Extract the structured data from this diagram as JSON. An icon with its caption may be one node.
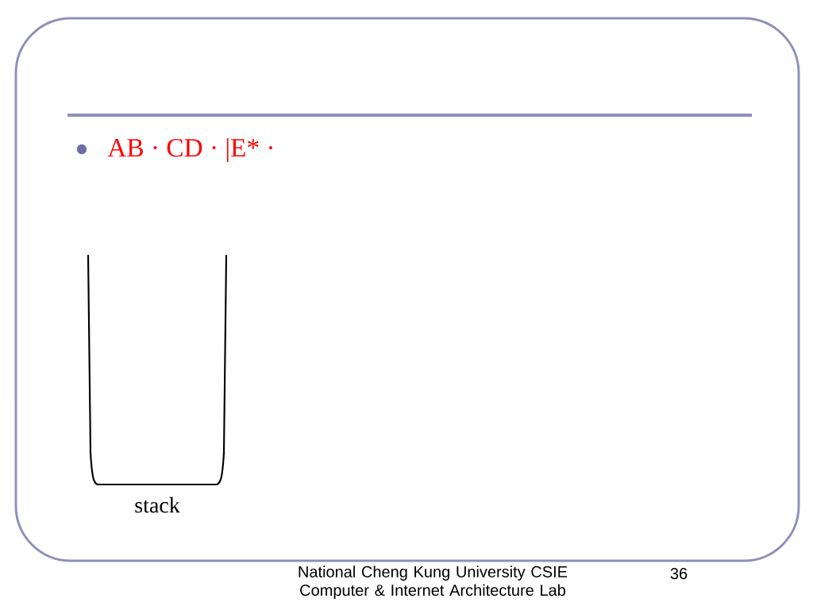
{
  "diagram": {
    "nodes": [
      {
        "text": [],
        "shape": "box",
        "beside": [
          "stack"
        ]
      }
    ],
    "labels": [
      "AB · CD · |E* ·",
      "National Cheng Kung University CSIE Computer & Internet Architecture Lab",
      "36"
    ]
  }
}
